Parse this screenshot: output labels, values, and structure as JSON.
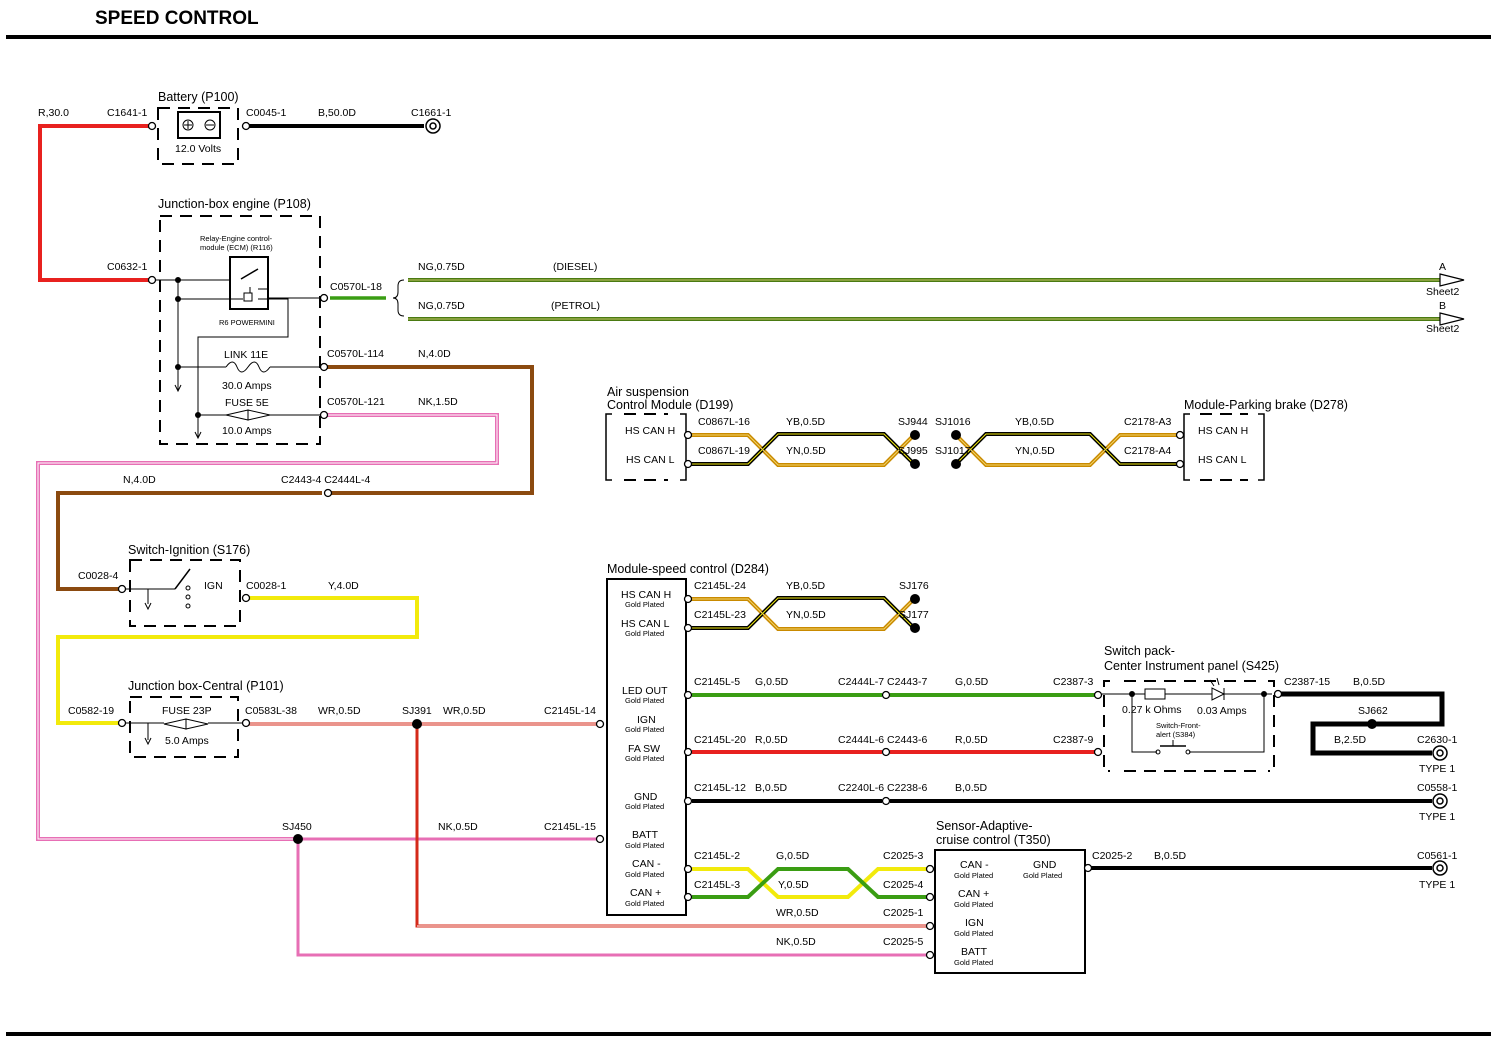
{
  "title": "SPEED CONTROL",
  "colors": {
    "red": "#e8211f",
    "black": "#000000",
    "green": "#3a9d13",
    "green_dark": "#4a7a12",
    "brown": "#8b4a10",
    "pink": "#e76fb5",
    "yellow": "#f2ea0c",
    "orange": "#c98a00"
  },
  "components": {
    "battery": {
      "title": "Battery (P100)",
      "rating": "12.0 Volts"
    },
    "jbe": {
      "title": "Junction-box engine (P108)",
      "relay": [
        "Relay-Engine control-",
        "module (ECM) (R116)"
      ],
      "relay_type": "R6 POWERMINI",
      "link": "LINK 11E",
      "link_rating": "30.0 Amps",
      "fuse": "FUSE 5E",
      "fuse_rating": "10.0 Amps"
    },
    "ignition": {
      "title": "Switch-Ignition (S176)",
      "ign": "IGN"
    },
    "jbc": {
      "title": "Junction box-Central (P101)",
      "fuse": "FUSE 23P",
      "fuse_rating": "5.0 Amps"
    },
    "air_suspension": {
      "title1": "Air suspension",
      "title2": "Control Module (D199)",
      "pin1": "HS CAN H",
      "pin2": "HS CAN L"
    },
    "parking_brake": {
      "title": "Module-Parking brake (D278)",
      "pin1": "HS CAN H",
      "pin2": "HS CAN L"
    },
    "speed_control": {
      "title": "Module-speed control (D284)",
      "gold": "Gold Plated",
      "pins": [
        "HS CAN H",
        "HS CAN L",
        "LED OUT",
        "IGN",
        "FA SW",
        "GND",
        "BATT",
        "CAN -",
        "CAN +"
      ]
    },
    "switch_pack": {
      "title1": "Switch pack-",
      "title2": "Center Instrument panel (S425)",
      "resistor": "0.27 k Ohms",
      "lamp": "0.03 Amps",
      "switch1": "Switch-Front-",
      "switch2": "alert (S384)"
    },
    "sensor": {
      "title1": "Sensor-Adaptive-",
      "title2": "cruise control (T350)",
      "gold": "Gold Plated",
      "pins": [
        "CAN -",
        "GND",
        "CAN +",
        "IGN",
        "BATT"
      ]
    }
  },
  "labels": {
    "r30": "R,30.0",
    "c1641": "C1641-1",
    "c0045": "C0045-1",
    "b50": "B,50.0D",
    "c1661": "C1661-1",
    "c0632": "C0632-1",
    "c0570_18": "C0570L-18",
    "ng1": "NG,0.75D",
    "diesel": "(DIESEL)",
    "ng2": "NG,0.75D",
    "petrol": "(PETROL)",
    "sheetA": "A",
    "sheet2a": "Sheet2",
    "sheetB": "B",
    "sheet2b": "Sheet2",
    "c0570_114": "C0570L-114",
    "n40": "N,4.0D",
    "c0570_121": "C0570L-121",
    "nk15": "NK,1.5D",
    "n40b": "N,4.0D",
    "c2443_4": "C2443-4 C2444L-4",
    "c0028_4": "C0028-4",
    "c0028_1": "C0028-1",
    "y40": "Y,4.0D",
    "c0582": "C0582-19",
    "c0583": "C0583L-38",
    "wr1": "WR,0.5D",
    "sj391": "SJ391",
    "wr2": "WR,0.5D",
    "c2145_14": "C2145L-14",
    "sj450": "SJ450",
    "nk05": "NK,0.5D",
    "c2145_15": "C2145L-15",
    "c0867_16": "C0867L-16",
    "c0867_19": "C0867L-19",
    "yb_a": "YB,0.5D",
    "yn_a": "YN,0.5D",
    "sj944": "SJ944",
    "sj995": "SJ995",
    "sj1016": "SJ1016",
    "sj1017": "SJ1017",
    "yb_b": "YB,0.5D",
    "yn_b": "YN,0.5D",
    "c2178_a3": "C2178-A3",
    "c2178_a4": "C2178-A4",
    "c2145_24": "C2145L-24",
    "c2145_23": "C2145L-23",
    "yb_c": "YB,0.5D",
    "yn_c": "YN,0.5D",
    "sj176": "SJ176",
    "sj177": "SJ177",
    "c2145_5": "C2145L-5",
    "g05a": "G,0.5D",
    "c2444_7": "C2444L-7 C2443-7",
    "g05b": "G,0.5D",
    "c2387_3": "C2387-3",
    "c2387_15": "C2387-15",
    "b05a": "B,0.5D",
    "sj662": "SJ662",
    "b25": "B,2.5D",
    "c2630": "C2630-1",
    "type1a": "TYPE 1",
    "c2145_20": "C2145L-20",
    "r05a": "R,0.5D",
    "c2444_6": "C2444L-6 C2443-6",
    "r05b": "R,0.5D",
    "c2387_9": "C2387-9",
    "c2145_12": "C2145L-12",
    "b05b": "B,0.5D",
    "c2240_6": "C2240L-6 C2238-6",
    "b05c": "B,0.5D",
    "c0558": "C0558-1",
    "type1b": "TYPE 1",
    "c2145_2": "C2145L-2",
    "c2145_3": "C2145L-3",
    "g05c": "G,0.5D",
    "y05": "Y,0.5D",
    "c2025_3": "C2025-3",
    "c2025_4": "C2025-4",
    "wr3": "WR,0.5D",
    "c2025_1": "C2025-1",
    "nk05b": "NK,0.5D",
    "c2025_5": "C2025-5",
    "c2025_2": "C2025-2",
    "b05d": "B,0.5D",
    "c0561": "C0561-1",
    "type1c": "TYPE 1"
  }
}
